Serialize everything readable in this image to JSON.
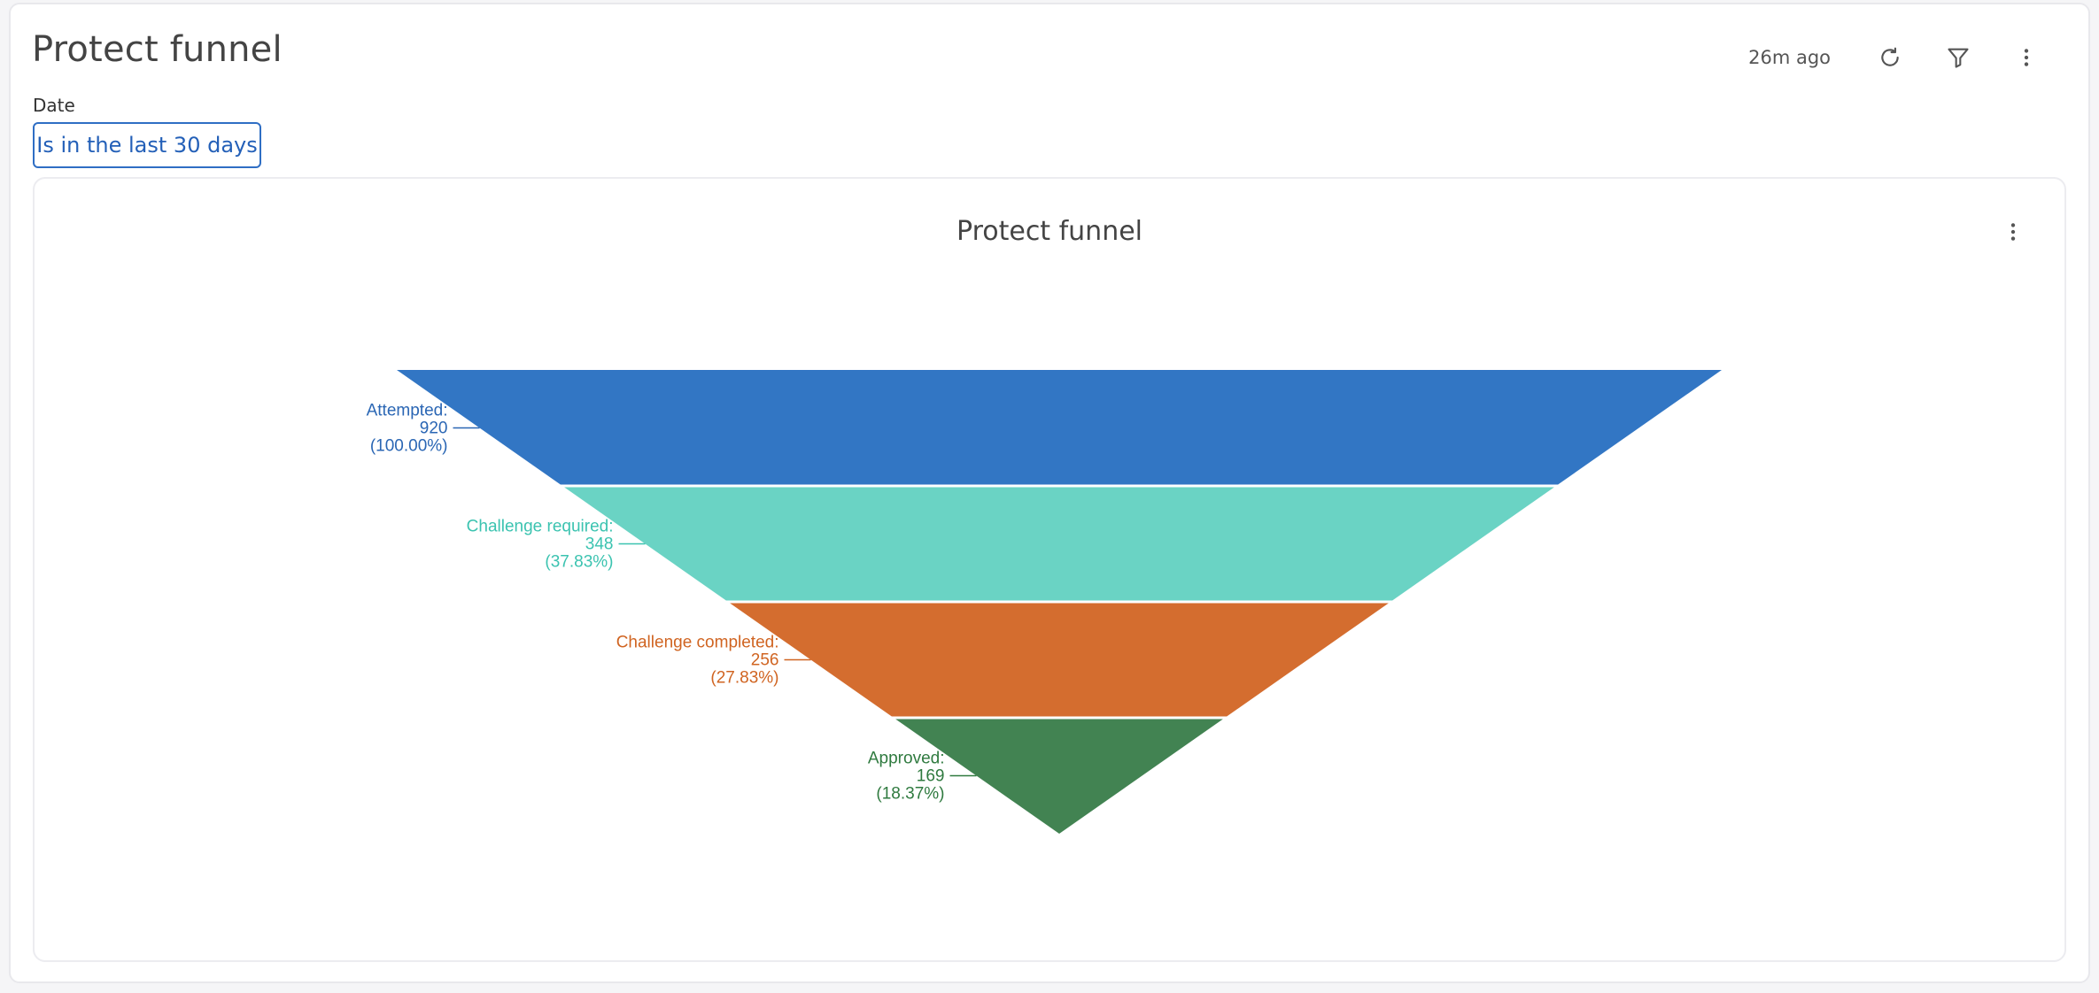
{
  "header": {
    "title": "Protect funnel",
    "last_updated": "26m ago",
    "icons": {
      "refresh": "refresh-icon",
      "filter": "filter-icon",
      "menu": "more-vertical-icon"
    }
  },
  "filter": {
    "label": "Date",
    "value": "Is in the last 30 days"
  },
  "chart": {
    "title": "Protect funnel",
    "menu_icon": "more-vertical-icon"
  },
  "chart_data": {
    "type": "funnel",
    "title": "Protect funnel",
    "stages": [
      {
        "name": "Attempted",
        "value": 920,
        "percent": "100.00%",
        "color": "#3276c4"
      },
      {
        "name": "Challenge required",
        "value": 348,
        "percent": "37.83%",
        "color": "#6ad3c4"
      },
      {
        "name": "Challenge completed",
        "value": 256,
        "percent": "27.83%",
        "color": "#d46d2f"
      },
      {
        "name": "Approved",
        "value": 169,
        "percent": "18.37%",
        "color": "#428352"
      }
    ],
    "label_colors": [
      "#2a66b4",
      "#3bc3b0",
      "#d06421",
      "#2f7a3f"
    ]
  },
  "colors": {
    "accent": "#2f6ec4",
    "title_text": "#444444"
  }
}
